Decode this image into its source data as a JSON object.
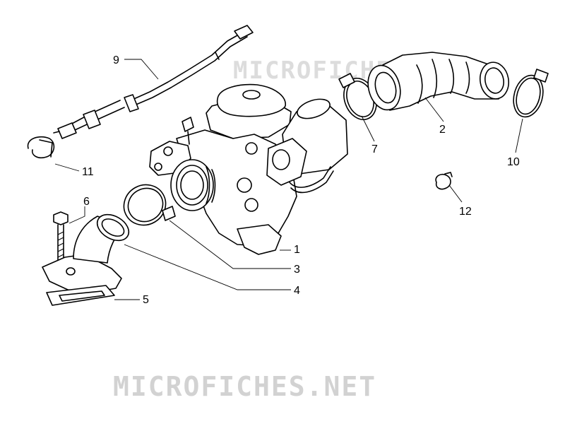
{
  "watermark": {
    "text": "MICROFICHES.NET",
    "color": "#cfcfcf"
  },
  "callouts": [
    {
      "id": "1",
      "label": "1"
    },
    {
      "id": "2",
      "label": "2"
    },
    {
      "id": "3",
      "label": "3"
    },
    {
      "id": "4",
      "label": "4"
    },
    {
      "id": "5",
      "label": "5"
    },
    {
      "id": "6",
      "label": "6"
    },
    {
      "id": "7",
      "label": "7"
    },
    {
      "id": "9",
      "label": "9"
    },
    {
      "id": "10",
      "label": "10"
    },
    {
      "id": "11",
      "label": "11"
    },
    {
      "id": "12",
      "label": "12"
    }
  ],
  "line_color": "#000000",
  "background": "#ffffff"
}
